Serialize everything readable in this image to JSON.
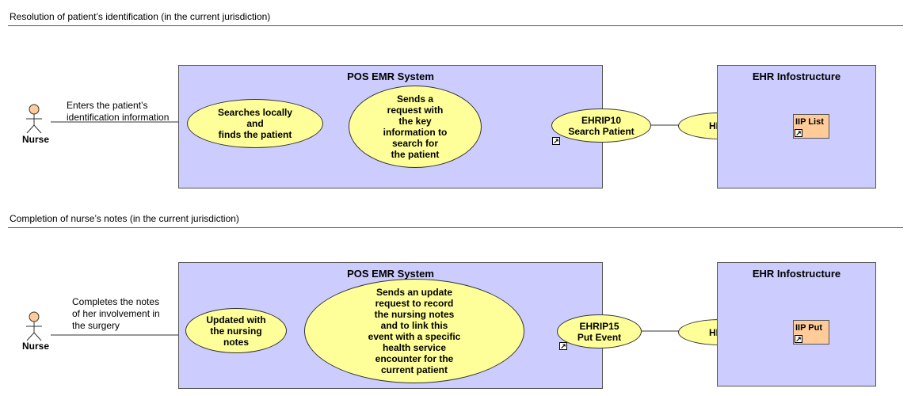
{
  "sections": [
    {
      "title": "Resolution of patient’s identification (in the current jurisdiction)",
      "actor": "Nurse",
      "actor_action": "Enters the patient’s\nidentification information",
      "pos_system": {
        "title": "POS EMR System",
        "use_case_1": "Searches locally\nand\nfinds the patient",
        "use_case_2": "Sends a\nrequest with\nthe key\ninformation to\nsearch for\nthe patient"
      },
      "interface": "EHRIP10\nSearch Patient",
      "hial": "HIAL",
      "ehr_system": {
        "title": "EHR Infostructure",
        "artifact": "IIP List"
      }
    },
    {
      "title": "Completion of nurse’s notes (in the current jurisdiction)",
      "actor": "Nurse",
      "actor_action": "Completes the notes\nof her involvement in\nthe surgery",
      "pos_system": {
        "title": "POS EMR System",
        "use_case_1": "Updated with\nthe nursing\nnotes",
        "use_case_2": "Sends an update\nrequest to record\nthe nursing notes\nand to link this\nevent with a specific\nhealth service\nencounter for the\ncurrent patient"
      },
      "interface": "EHRIP15\nPut Event",
      "hial": "HIAL",
      "ehr_system": {
        "title": "EHR Infostructure",
        "artifact": "IIP Put"
      }
    }
  ],
  "colors": {
    "system_box": "#ccccff",
    "use_case": "#ffff99",
    "artifact": "#ffcc99",
    "actor_head": "#ffcc99"
  },
  "icons": {
    "actor": "stick-figure-icon",
    "link": "shortcut-arrow-icon"
  }
}
